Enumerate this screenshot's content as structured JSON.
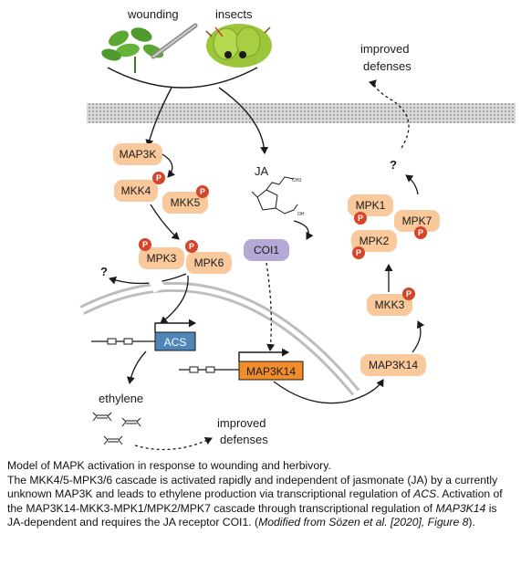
{
  "labels": {
    "wounding": "wounding",
    "insects": "insects",
    "improved_defenses_top": "improved\ndefenses",
    "improved_defenses_bottom": "improved\ndefenses",
    "ja": "JA",
    "ethylene": "ethylene",
    "question": "?"
  },
  "nodes": {
    "map3k": "MAP3K",
    "mkk4": "MKK4",
    "mkk5": "MKK5",
    "mpk3": "MPK3",
    "mpk6": "MPK6",
    "coi1": "COI1",
    "acs": "ACS",
    "map3k14_gene": "MAP3K14",
    "map3k14": "MAP3K14",
    "mkk3": "MKK3",
    "mpk1": "MPK1",
    "mpk2": "MPK2",
    "mpk7": "MPK7",
    "phospho": "P"
  },
  "colors": {
    "kinase_fill": "#f9c99b",
    "phospho": "#d6452a",
    "coi1_fill": "#b5a8d6",
    "acs_fill": "#4f86b8",
    "map3k14_gene_fill": "#f08c2a",
    "membrane": "#b0b0b0"
  },
  "caption": {
    "line1": "Model of MAPK activation in response to wounding and herbivory.",
    "p2_a": "The MKK4/5-MPK3/6 cascade is activated rapidly and independent of jasmonate (JA) by a currently unknown MAP3K and leads to ethylene production via transcriptional regulation of ",
    "p2_acs": "ACS",
    "p2_b": ". Activation of the MAP3K14-MKK3-MPK1/MPK2/MPK7 cascade through transcriptional regulation of ",
    "p2_map3k14": "MAP3K14",
    "p2_c": " is JA-dependent and requires the JA receptor COI1. (",
    "p2_source": "Modified from Sözen et al. [2020], Figure 8",
    "p2_end": ")."
  }
}
